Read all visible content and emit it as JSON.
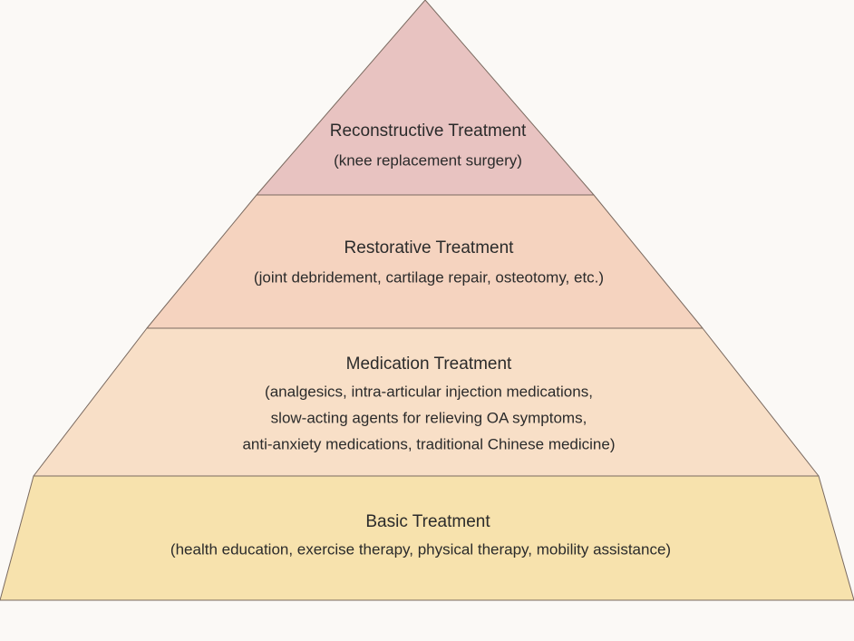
{
  "tiers": [
    {
      "id": "reconstructive",
      "title": "Reconstructive Treatment",
      "lines": [
        "(knee replacement surgery)"
      ],
      "color": "#e8c3c1"
    },
    {
      "id": "restorative",
      "title": "Restorative Treatment",
      "lines": [
        "(joint debridement, cartilage repair, osteotomy, etc.)"
      ],
      "color": "#f5d3bf"
    },
    {
      "id": "medication",
      "title": "Medication Treatment",
      "lines": [
        "(analgesics, intra-articular injection medications,",
        "slow-acting agents for relieving OA symptoms,",
        "anti-anxiety medications, traditional Chinese medicine)"
      ],
      "color": "#f8dfc7"
    },
    {
      "id": "basic",
      "title": "Basic Treatment",
      "lines": [
        "(health education, exercise therapy, physical therapy, mobility assistance)"
      ],
      "color": "#f7e2ad"
    }
  ]
}
